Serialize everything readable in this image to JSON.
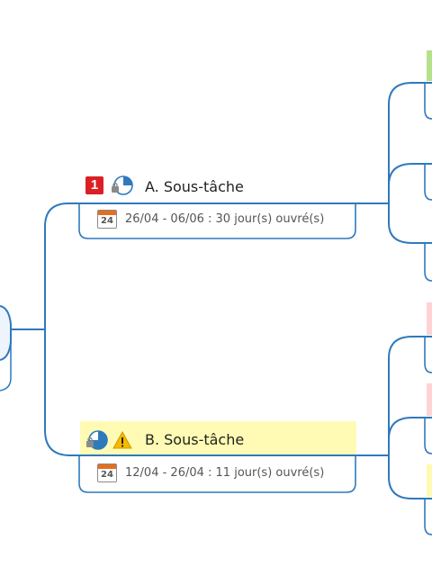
{
  "task_a": {
    "priority": "1",
    "title": "A. Sous-tâche",
    "calendar_day": "24",
    "dates": "26/04 - 06/06 : 30 jour(s) ouvré(s)",
    "progress_fraction": 0.25
  },
  "task_b": {
    "title": "B. Sous-tâche",
    "calendar_day": "24",
    "dates": "12/04 - 26/04 : 11 jour(s) ouvré(s)",
    "progress_fraction": 0.75,
    "highlight_color": "#fffbb4"
  },
  "colors": {
    "line": "#2f79bd",
    "priority_red": "#dc1f26",
    "status_green": "#b5e18c",
    "status_pink": "#ffd3d3",
    "status_yellow": "#fff9b4",
    "warning_yellow": "#f6b900"
  }
}
